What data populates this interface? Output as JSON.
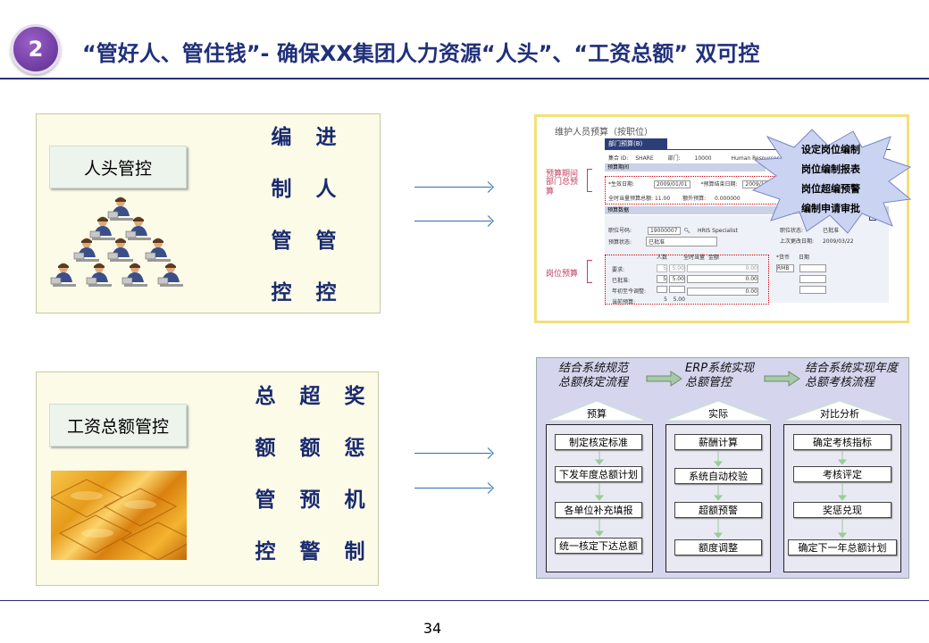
{
  "slide": {
    "badge": "2",
    "title": "“管好人、管住钱”- 确保XX集团人力资源“人头”、“工资总额” 双可控",
    "page_number": "34"
  },
  "headcount": {
    "label": "人头管控",
    "col1": [
      "编",
      "制",
      "管",
      "控"
    ],
    "col2": [
      "进",
      "人",
      "管",
      "控"
    ]
  },
  "payroll": {
    "label": "工资总额管控",
    "col1": [
      "总",
      "额",
      "管",
      "控"
    ],
    "col2": [
      "超",
      "额",
      "预",
      "警"
    ],
    "col3": [
      "奖",
      "惩",
      "机",
      "制"
    ]
  },
  "screenshot": {
    "window_title": "维护人员预算（按职位）",
    "tab": "部门预算(B)",
    "section1": "预算期间",
    "set_id_label": "集合 ID:",
    "set_id": "SHARE",
    "dept_label": "部门:",
    "dept": "10000",
    "dept_name": "Human Resources",
    "start_label": "*生效日期:",
    "start": "2009/01/01",
    "end_label": "*预算结束日期:",
    "end": "2009/12/31",
    "budget_label": "预算",
    "total_label": "全时当量预算总额:",
    "total": "11.00",
    "gap_label": "额外预算:",
    "gap": "0.000000",
    "section2": "预算数据",
    "pos_label": "职位号码:",
    "pos_value": "19000007",
    "pos_name": "HRIS Specialist",
    "pos_status_label": "职位状态:",
    "pos_status": "已批准",
    "budget_status_label": "预算状态:",
    "budget_status": "已批准",
    "last_approval_label": "上次更改日期:",
    "last_approval": "2009/03/22",
    "col_headers": [
      "人数",
      "全时当量",
      "金额",
      "*货币",
      "日期"
    ],
    "rows": [
      "要求:",
      "已批准:",
      "年初至今调整:",
      "当前预算:"
    ],
    "row_values": [
      {
        "count": "5",
        "fte": "5.00",
        "amount": "0.00",
        "currency": "RMB"
      },
      {
        "count": "5",
        "fte": "5.00",
        "amount": "0.00",
        "currency": ""
      },
      {
        "count": "",
        "fte": "",
        "amount": "0.00",
        "currency": ""
      },
      {
        "count": "5",
        "fte": "5.00",
        "amount": "",
        "currency": ""
      }
    ],
    "side_labels": [
      "预算期间",
      "部门总预算",
      "岗位预算"
    ],
    "callouts": [
      "设定岗位编制",
      "岗位编制报表",
      "岗位超编预警",
      "编制申请审批"
    ]
  },
  "flow": {
    "headers": [
      "结合系统规范\n总额核定流程",
      "ERP系统实现\n总额管控",
      "结合系统实现年度\n总额考核流程"
    ],
    "phases": [
      "预算",
      "实际",
      "对比分析"
    ],
    "col1": [
      "制定核定标准",
      "下发年度总额计划",
      "各单位补充填报",
      "统一核定下达总额"
    ],
    "col2": [
      "薪酬计算",
      "系统自动校验",
      "超额预警",
      "额度调整"
    ],
    "col3": [
      "确定考核指标",
      "考核评定",
      "奖惩兑现",
      "确定下一年总额计划"
    ]
  },
  "colors": {
    "title": "#20307a",
    "badge": "#5b2d8e",
    "accent": "#2f6fb0"
  }
}
